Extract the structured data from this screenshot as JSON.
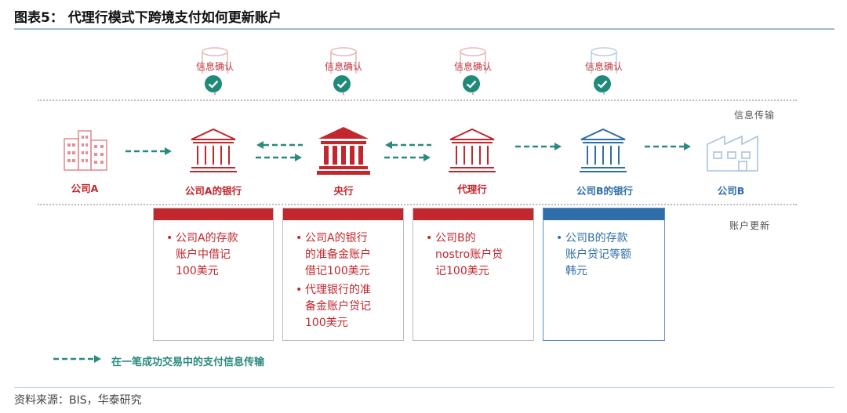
{
  "title": "图表5：  代理行模式下跨境支付如何更新账户",
  "side_labels": {
    "info_transfer": "信息传输",
    "account_update": "账户更新"
  },
  "confirm_label": "信息确认",
  "nodes": [
    {
      "label": "公司A",
      "color": "#c1272d"
    },
    {
      "label": "公司A的银行",
      "color": "#c1272d"
    },
    {
      "label": "央行",
      "color": "#c1272d"
    },
    {
      "label": "代理行",
      "color": "#c1272d"
    },
    {
      "label": "公司B的银行",
      "color": "#2f6ea8"
    },
    {
      "label": "公司B",
      "color": "#2f6ea8"
    }
  ],
  "cards": [
    {
      "lines": [
        "公司A的存款账户中借记100美元"
      ],
      "l": [
        [
          "•公司A的存款",
          "账户中借记",
          "100美元"
        ]
      ]
    },
    {
      "lines": [
        "公司A的银行的准备金账户借记100美元",
        "代理银行的准备金账户贷记100美元"
      ]
    },
    {
      "lines": [
        "公司B的nostro账户贷记100美元"
      ]
    },
    {
      "lines": [
        "公司B的存款账户贷记等额韩元"
      ]
    }
  ],
  "card_text": {
    "c1": [
      "公司A的存款",
      "账户中借记",
      "100美元"
    ],
    "c2a": [
      "公司A的银行",
      "的准备金账户",
      "借记100美元"
    ],
    "c2b": [
      "代理银行的准",
      "备金账户贷记",
      "100美元"
    ],
    "c3": [
      "公司B的",
      "nostro账户贷",
      "记100美元"
    ],
    "c4": [
      "公司B的存款",
      "账户贷记等额",
      "韩元"
    ]
  },
  "legend": "在一笔成功交易中的支付信息传输",
  "source": "资料来源：BIS，华泰研究",
  "colors": {
    "red": "#c1272d",
    "blue": "#2f6ea8",
    "teal": "#2a8a7e",
    "check": "#1f8a7a"
  }
}
